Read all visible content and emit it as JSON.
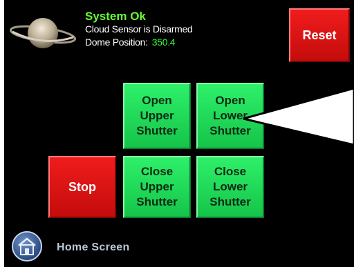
{
  "status": {
    "title": "System Ok",
    "cloud_sensor": "Cloud Sensor is Disarmed",
    "dome_label": "Dome Position:",
    "dome_value": "350.4"
  },
  "buttons": {
    "reset": "Reset",
    "stop": "Stop",
    "open_upper": [
      "Open",
      "Upper",
      "Shutter"
    ],
    "open_lower": [
      "Open",
      "Lower",
      "Shutter"
    ],
    "close_upper": [
      "Close",
      "Upper",
      "Shutter"
    ],
    "close_lower": [
      "Close",
      "Lower",
      "Shutter"
    ]
  },
  "nav": {
    "home_label": "Home Screen"
  },
  "icons": {
    "planet": "saturn-planet-icon",
    "home": "home-screen-icon"
  },
  "colors": {
    "background": "#000000",
    "status_ok": "#66ff33",
    "green_button": "#1fd856",
    "red_button": "#e01414",
    "callout": "#ffffff"
  }
}
